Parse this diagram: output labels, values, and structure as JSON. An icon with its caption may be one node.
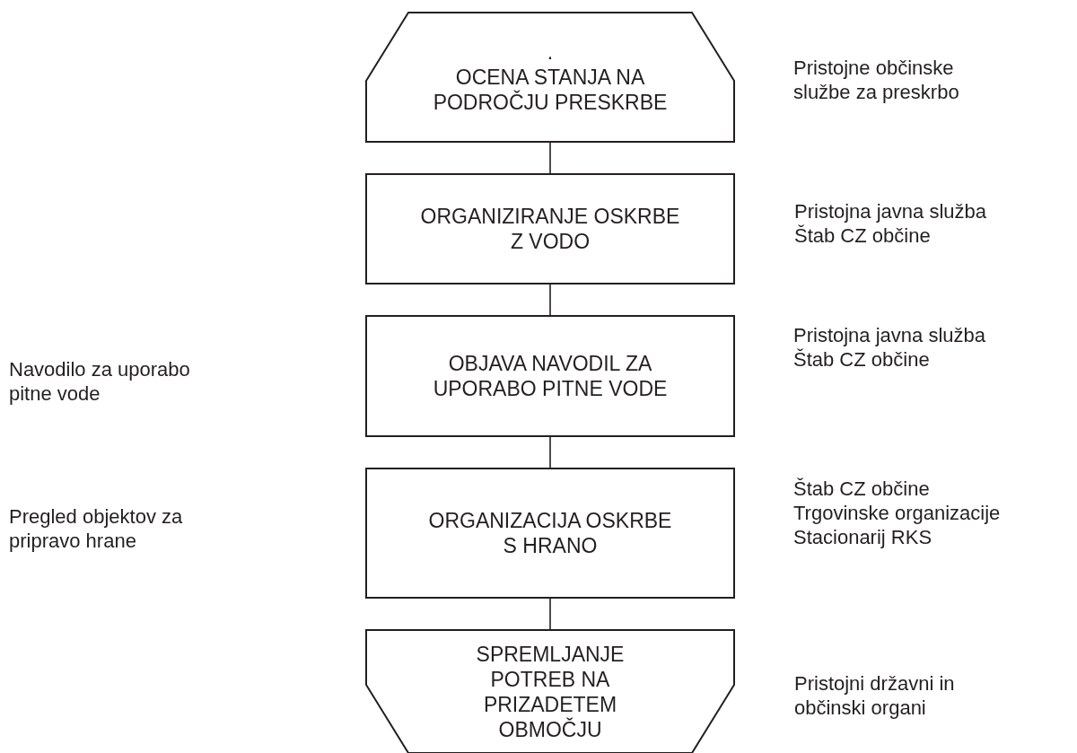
{
  "diagram": {
    "nodes": [
      {
        "text": [
          ".",
          "OCENA STANJA NA PODROČJU PRESKRBE"
        ],
        "beside": [
          "Pristojne občinske službe za preskrbo"
        ]
      },
      {
        "text": [
          "ORGANIZIRANJE OSKRBE Z VODO"
        ],
        "beside": [
          "Pristojna javna služba",
          "Štab CZ občine"
        ]
      },
      {
        "text": [
          "OBJAVA NAVODIL ZA UPORABO PITNE VODE"
        ],
        "beside": [
          "Pristojna javna služba",
          "Štab CZ občine"
        ]
      },
      {
        "text": [
          "ORGANIZACIJA OSKRBE S HRANO"
        ],
        "beside": [
          "Štab CZ občine",
          "Trgovinske organizacije",
          "Stacionarij RKS"
        ]
      },
      {
        "text": [
          "SPREMLJANJE POTREB NA PRIZADETEM OBMOČJU"
        ],
        "beside": [
          "Pristojni državni in občinski organi"
        ]
      }
    ],
    "edges": [
      {
        "from": 0,
        "to": 1,
        "arrow": "none"
      },
      {
        "from": 1,
        "to": 2,
        "arrow": "none"
      },
      {
        "from": 2,
        "to": 3,
        "arrow": "none"
      },
      {
        "from": 3,
        "to": 4,
        "arrow": "none"
      }
    ],
    "labels": [
      "Navodilo za uporabo pitne vode",
      "Pregled objektov za pripravo hrane"
    ]
  }
}
